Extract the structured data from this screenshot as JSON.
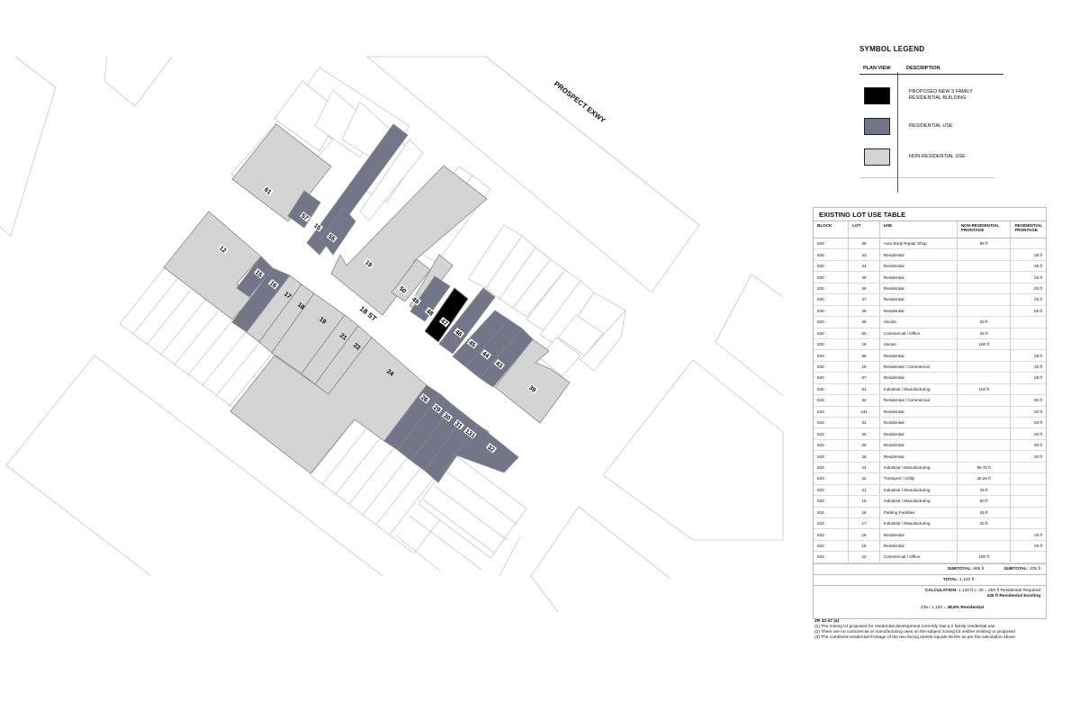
{
  "map": {
    "street_labels": {
      "prospect": "PROSPECT EXWY",
      "main_street": "18 ST"
    },
    "colors": {
      "proposed": "#000000",
      "residential": "#737589",
      "non_residential": "#d4d4d4",
      "lot_outline": "#c8c8c8",
      "building_outline": "#888888"
    },
    "lot_labels": {
      "l61": "61",
      "l57": "57",
      "l15n": "15",
      "l55": "55",
      "l19n": "19",
      "l50": "50",
      "l49": "49",
      "l48": "48",
      "l47": "47",
      "l46": "46",
      "l45": "45",
      "l44": "44",
      "l43": "43",
      "l39": "39",
      "l12": "12",
      "l15s": "15",
      "l16": "16",
      "l17": "17",
      "l18": "18",
      "l19s": "19",
      "l21": "21",
      "l22": "22",
      "l24": "24",
      "l26": "26",
      "l29": "29",
      "l30": "30",
      "l31": "31",
      "l131": "131",
      "l32": "32"
    }
  },
  "legend": {
    "title": "SYMBOL LEGEND",
    "col_plan_view": "PLAN VIEW",
    "col_description": "DESCRIPTION",
    "items": [
      {
        "label": "PROPOSED NEW 3 FAMILY RESIDENTIAL BUILDING",
        "color": "#000000"
      },
      {
        "label": "RESIDENTIAL USE",
        "color": "#737589"
      },
      {
        "label": "NON-RESIDENTIAL USE",
        "color": "#d4d4d4"
      }
    ]
  },
  "table": {
    "title": "EXISTING LOT USE TABLE",
    "headers": [
      "BLOCK",
      "LOT",
      "USE",
      "NON-RESIDENTIAL FRONTAGE",
      "RESIDENTIAL FRONTAGE"
    ],
    "rows": [
      [
        "630",
        "39",
        "Auto Body Repair Shop",
        "85 ft",
        ""
      ],
      [
        "630",
        "43",
        "Residential",
        "",
        "25 ft"
      ],
      [
        "630",
        "44",
        "Residential",
        "",
        "25 ft"
      ],
      [
        "630",
        "45",
        "Residential",
        "",
        "25 ft"
      ],
      [
        "630",
        "46",
        "Residential",
        "",
        "25 ft"
      ],
      [
        "630",
        "47",
        "Residential",
        "",
        "25 ft"
      ],
      [
        "630",
        "48",
        "Residential",
        "",
        "25 ft"
      ],
      [
        "630",
        "49",
        "Vacant",
        "25 ft",
        ""
      ],
      [
        "630",
        "50",
        "Commercial / Office",
        "25 ft",
        ""
      ],
      [
        "630",
        "19",
        "Vacant",
        "100 ft",
        ""
      ],
      [
        "630",
        "55",
        "Residential",
        "",
        "25 ft"
      ],
      [
        "630",
        "15",
        "Residential / Commerical",
        "",
        "25 ft"
      ],
      [
        "630",
        "57",
        "Residential",
        "",
        "25 ft"
      ],
      [
        "630",
        "61",
        "Industrial / Manufacturing",
        "100 ft",
        ""
      ],
      [
        "633",
        "32",
        "Residential / Commercial",
        "",
        "60 ft"
      ],
      [
        "633",
        "131",
        "Residential",
        "",
        "20 ft"
      ],
      [
        "633",
        "31",
        "Residential",
        "",
        "20 ft"
      ],
      [
        "633",
        "30",
        "Residential",
        "",
        "20 ft"
      ],
      [
        "633",
        "29",
        "Residential",
        "",
        "20 ft"
      ],
      [
        "633",
        "26",
        "Residential",
        "",
        "20 ft"
      ],
      [
        "633",
        "24",
        "Industrial / Manufacturing",
        "99.75 ft",
        ""
      ],
      [
        "633",
        "22",
        "Transport / Utility",
        "25.25 ft",
        ""
      ],
      [
        "633",
        "21",
        "Industrial / Manufacturing",
        "25 ft",
        ""
      ],
      [
        "633",
        "19",
        "Industrial / Manufacturing",
        "50 ft",
        ""
      ],
      [
        "633",
        "18",
        "Parking Facilities",
        "25 ft",
        ""
      ],
      [
        "633",
        "17",
        "Industrial / Manufacturing",
        "25 ft",
        ""
      ],
      [
        "633",
        "16",
        "Residential",
        "",
        "25 ft"
      ],
      [
        "633",
        "15",
        "Residential",
        "",
        "25 ft"
      ],
      [
        "633",
        "12",
        "Commercial / Office",
        "100 ft",
        ""
      ]
    ],
    "subtotal_label": "SUBTOTAL:",
    "subtotal_nonres": "685 ft",
    "subtotal_res": "435 ft",
    "total_label": "TOTAL:",
    "total_value": "1,120 ft",
    "calc_label": "CALCULATION:",
    "calc_line1": "1,120 ft x .25 = 280 ft Residential Required",
    "calc_line2": "435 ft Residential Existing",
    "calc_ratio": "435 / 1,120 =",
    "calc_result": "38.8% Residential"
  },
  "notes": {
    "title": "ZR 42-47 (a)",
    "lines": [
      "(1) The zoning lot proposed for residential development currently has a 2 family residential use",
      "(2) There are no commercial or manufacturing uses on the subject zoning lot neither existing or proposed",
      "(3) The combined residential frontage of the two facing streets equals 38.8% as per the calculation above"
    ]
  }
}
